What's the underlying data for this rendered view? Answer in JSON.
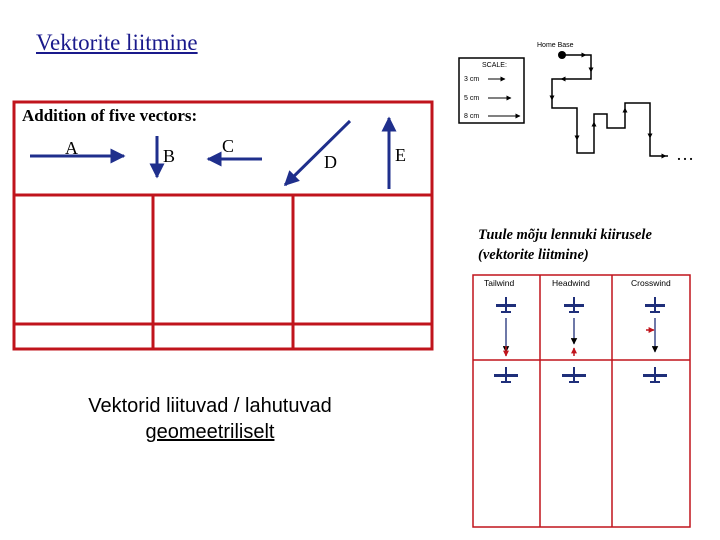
{
  "title": "Vektorite liitmine",
  "vector_panel": {
    "heading": "Addition of five vectors:",
    "labels": {
      "a": "A",
      "b": "B",
      "c": "C",
      "d": "D",
      "e": "E"
    },
    "frame_color": "#c0141c"
  },
  "map": {
    "home_base": "Home Base",
    "scale_title": "SCALE:",
    "scale_items": [
      "3 cm",
      "5 cm",
      "8 cm"
    ],
    "ellipsis": "…"
  },
  "airplane": {
    "caption_line1": "Tuule mõju lennuki kiirusele",
    "caption_line2": "(vektorite liitmine)",
    "columns": [
      "Tailwind",
      "Headwind",
      "Crosswind"
    ],
    "wind_arrow_color": "#c0141c",
    "plane_color": "#1f2f7a"
  },
  "caption": {
    "line1": "Vektorid  liituvad / lahutuvad",
    "line2": "geomeetriliselt"
  }
}
